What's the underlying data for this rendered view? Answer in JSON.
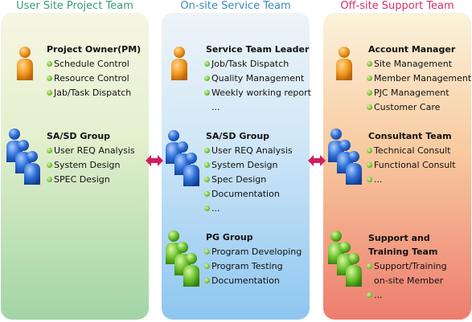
{
  "columns": [
    {
      "title": "User Site Project Team",
      "title_color": "#3a9a7a",
      "groups": [
        {
          "title": "Project Owner(PM)",
          "icon": "single-person-orange",
          "items": [
            "Schedule Control",
            "Resource Control",
            "Jab/Task Dispatch"
          ]
        },
        {
          "title": "SA/SD Group",
          "icon": "group-people-blue",
          "items": [
            "User REQ Analysis",
            "System Design",
            "SPEC Design"
          ]
        }
      ]
    },
    {
      "title": "On-site Service Team",
      "title_color": "#3a8bb8",
      "groups": [
        {
          "title": "Service Team Leader",
          "icon": "single-person-orange",
          "items": [
            "Job/Task Dispatch",
            "Quality Management",
            "Weekly working report",
            "..."
          ]
        },
        {
          "title": "SA/SD Group",
          "icon": "group-people-blue",
          "items": [
            "User REQ Analysis",
            "System Design",
            "Spec  Design",
            "Documentation",
            "..."
          ]
        },
        {
          "title": "PG Group",
          "icon": "group-people-green",
          "items": [
            "Program Developing",
            "Program Testing",
            "Documentation"
          ]
        }
      ]
    },
    {
      "title": "Off-site Support Team",
      "title_color": "#d2306a",
      "groups": [
        {
          "title": "Account Manager",
          "icon": "single-person-orange",
          "items": [
            "Site Management",
            "Member Management",
            "PJC Management",
            "Customer Care"
          ]
        },
        {
          "title": "Consultant Team",
          "icon": "group-people-blue",
          "items": [
            "Technical Consult",
            "Functional Consult",
            "..."
          ]
        },
        {
          "title": "Support and",
          "title_line2": "Training Team",
          "icon": "group-people-green",
          "items": [
            "Support/Training",
            "on-site Member",
            "..."
          ]
        }
      ]
    }
  ],
  "colors": {
    "person_orange": "#f29a1e",
    "person_blue": "#2f6fd8",
    "person_green": "#6cc22e",
    "bullet_green": "#7cc23c",
    "connector_arrow": "#d11d5e"
  }
}
